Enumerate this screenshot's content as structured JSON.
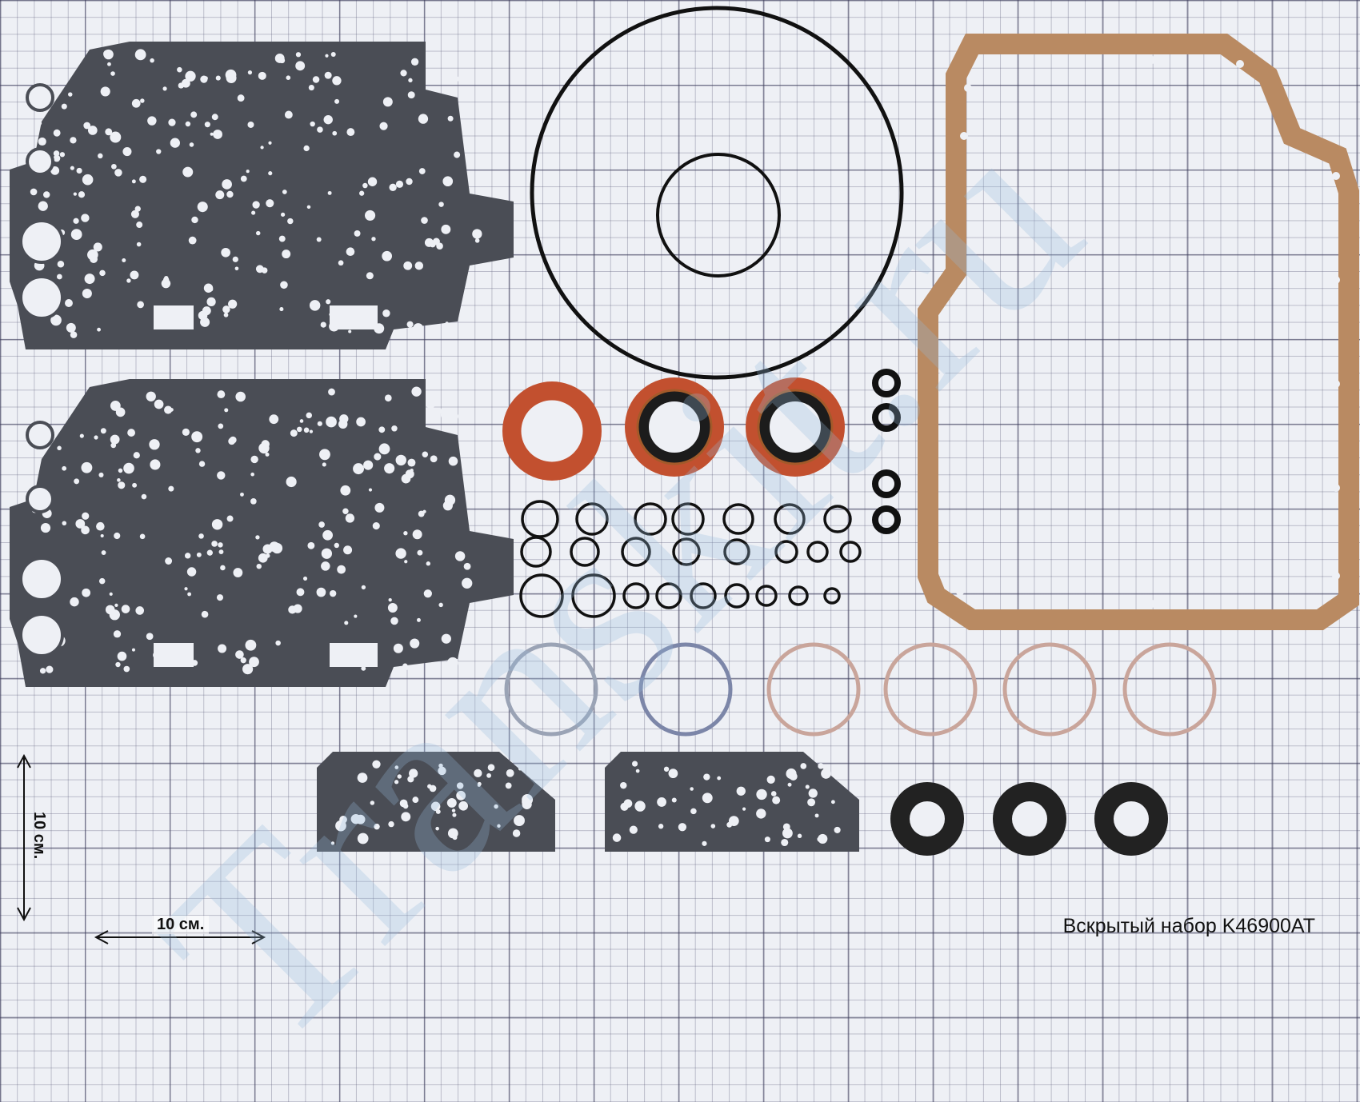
{
  "caption": "Вскрытый набор K46900AT",
  "scale": {
    "horizontal_label": "10 см.",
    "vertical_label": "10 см."
  },
  "watermark": "Transkit.ru",
  "colors": {
    "gasket_dark": "#4a4d55",
    "cork": "#b98a62",
    "seal_red": "#c2502f",
    "rubber": "#111111"
  }
}
